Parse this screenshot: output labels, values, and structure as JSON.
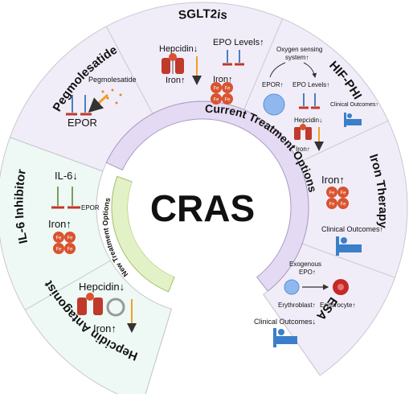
{
  "center": {
    "title": "CRAS"
  },
  "rings": {
    "current_label": "Current Treatment Options",
    "new_label": "New Treatment Options"
  },
  "segments": {
    "sglt2is": {
      "title": "SGLT2is",
      "hepcidin": "Hepcidin↓",
      "epo_levels": "EPO Levels↑",
      "iron": "Iron↑"
    },
    "hif_phi": {
      "title": "HIF-PHI",
      "oxygen_sensing": "Oxygen sensing",
      "system": "system↑",
      "epor": "EPOR↑",
      "epo_levels": "EPO Levels↑",
      "hepcidin": "Hepcidin↓",
      "clinical_outcomes": "Clinical Outcomes↑",
      "iron": "Iron↑"
    },
    "iron_therapy": {
      "title": "Iron Therapy",
      "iron": "Iron↑",
      "clinical_outcomes": "Clinical Outcomes↑"
    },
    "esa": {
      "title": "ESA",
      "exogenous": "Exogenous",
      "epo": "EPO↑",
      "erythroblast": "Erythroblast↑",
      "erythrocyte": "Erythrocyte↑",
      "clinical_outcomes": "Clinical Outcomes↓"
    },
    "hepcidin_antagonist": {
      "title": "Hepcidin Antagonist",
      "hepcidin": "Hepcidin↓",
      "iron": "Iron↑"
    },
    "il6_inhibitor": {
      "title": "IL-6 Inhibitor",
      "il6": "IL-6↓",
      "epor": "EPOR",
      "iron": "Iron↑"
    },
    "pegmolesatide": {
      "title": "Pegmolesatide",
      "drug": "Pegmolesatide",
      "epor": "EPOR"
    }
  },
  "fe_label": "Fe",
  "colors": {
    "current_sector": "#f1edf8",
    "new_sector": "#eef8f4",
    "current_ring": "#e4daf3",
    "new_ring": "#e3f1c6",
    "iron_ball": "#d9532f",
    "receptor": "#c0392b",
    "arrow_orange": "#f0a020",
    "rbc": "#c62828",
    "blue_cell": "#8fb8ee",
    "border": "#c8c8d2"
  }
}
